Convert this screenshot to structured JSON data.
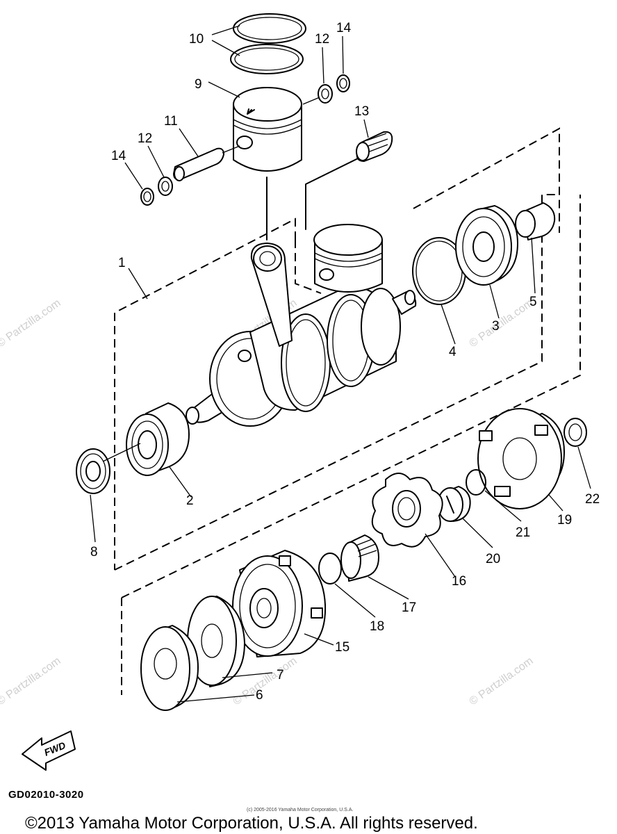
{
  "diagram": {
    "callouts": {
      "c1": "1",
      "c2": "2",
      "c3": "3",
      "c4": "4",
      "c5": "5",
      "c6": "6",
      "c7": "7",
      "c8": "8",
      "c9": "9",
      "c10": "10",
      "c11": "11",
      "c12a": "12",
      "c12b": "12",
      "c13": "13",
      "c14a": "14",
      "c14b": "14",
      "c15": "15",
      "c16": "16",
      "c17": "17",
      "c18": "18",
      "c19": "19",
      "c20": "20",
      "c21": "21",
      "c22": "22"
    },
    "fwd_label": "FWD",
    "diagram_code": "GD02010-3020"
  },
  "watermark": {
    "text": "© Partzilla.com"
  },
  "footer": {
    "small_copyright": "(c) 2005-2016 Yamaha Motor Corporation, U.S.A.",
    "copyright": "©2013 Yamaha Motor Corporation, U.S.A. All rights reserved."
  }
}
